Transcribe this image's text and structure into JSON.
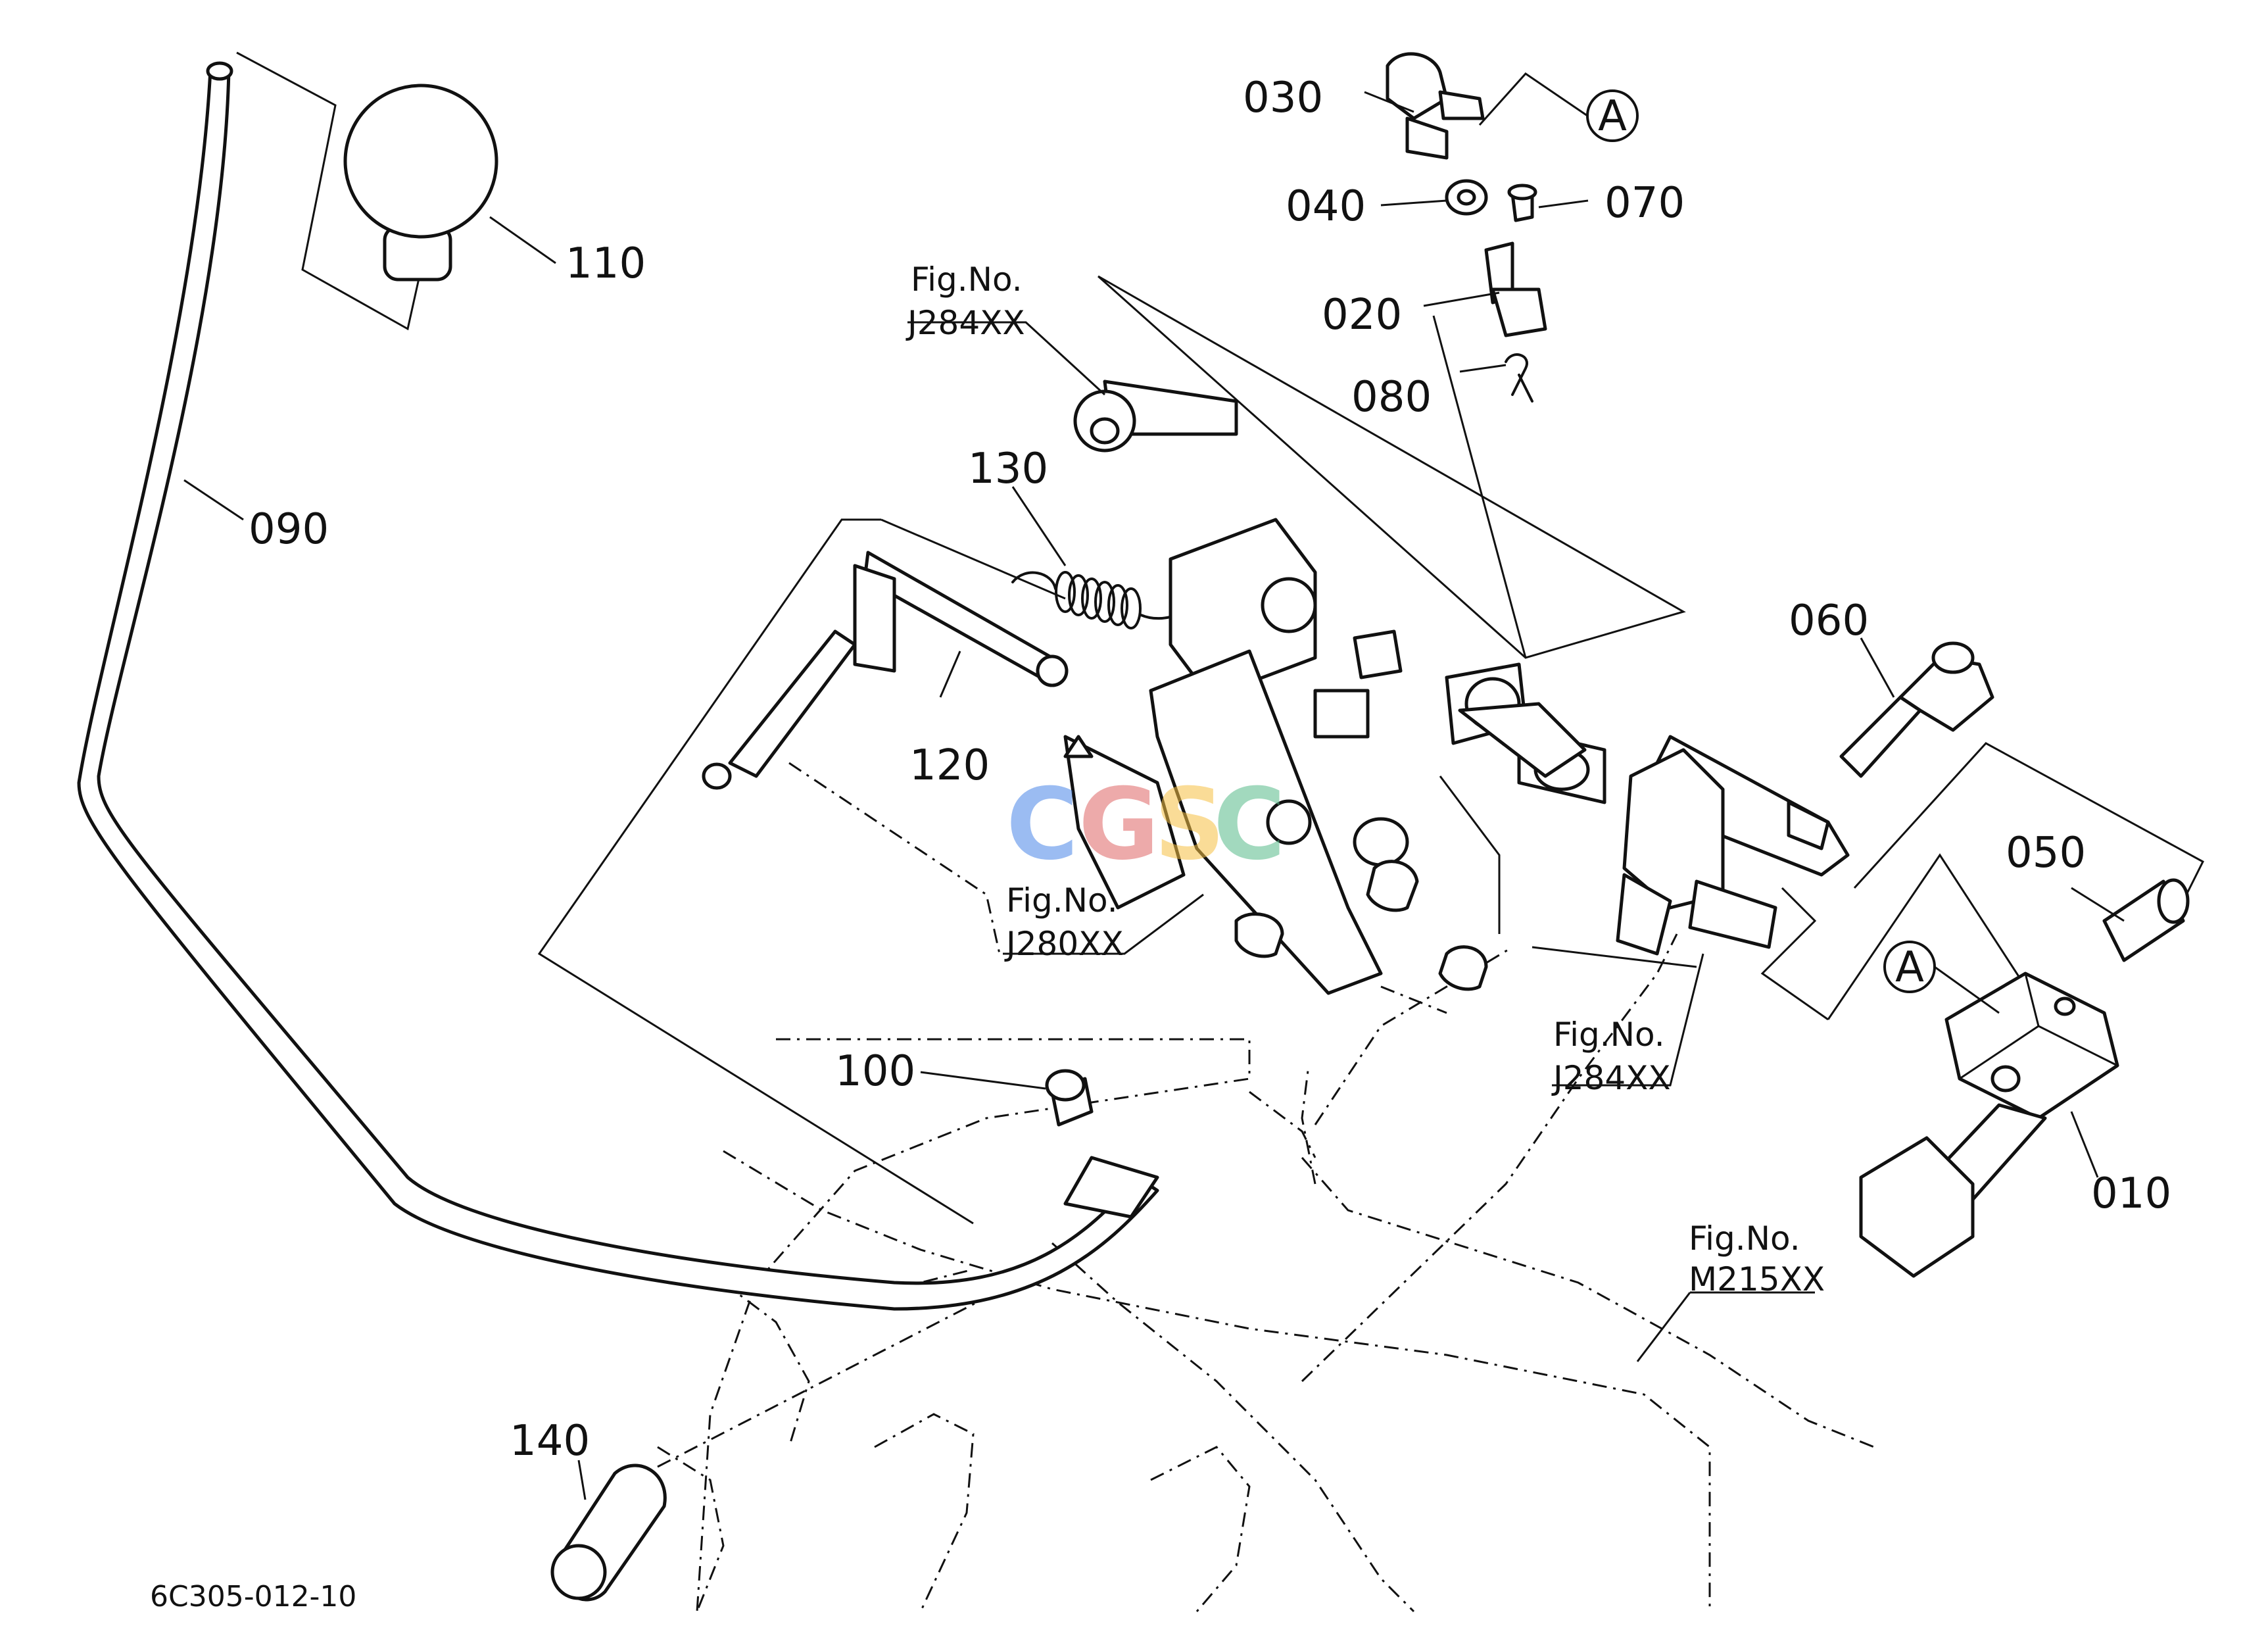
{
  "parts": {
    "p010": "010",
    "p020": "020",
    "p030": "030",
    "p040": "040",
    "p050": "050",
    "p060": "060",
    "p070": "070",
    "p080": "080",
    "p090": "090",
    "p100": "100",
    "p110": "110",
    "p120": "120",
    "p130": "130",
    "p140": "140"
  },
  "references": {
    "fig_label": "Fig.No.",
    "ref_j284_top": "J284XX",
    "ref_j280": "J280XX",
    "ref_j284_right": "J284XX",
    "ref_m215": "M215XX"
  },
  "callouts": {
    "a_top": "A",
    "a_right": "A"
  },
  "watermark": {
    "c1": "C",
    "g": "G",
    "s": "S",
    "c2": "C",
    "colors": [
      "#4a86e8",
      "#e06666",
      "#f6c143",
      "#57bb8a"
    ]
  },
  "drawing_code": "6C305-012-10"
}
